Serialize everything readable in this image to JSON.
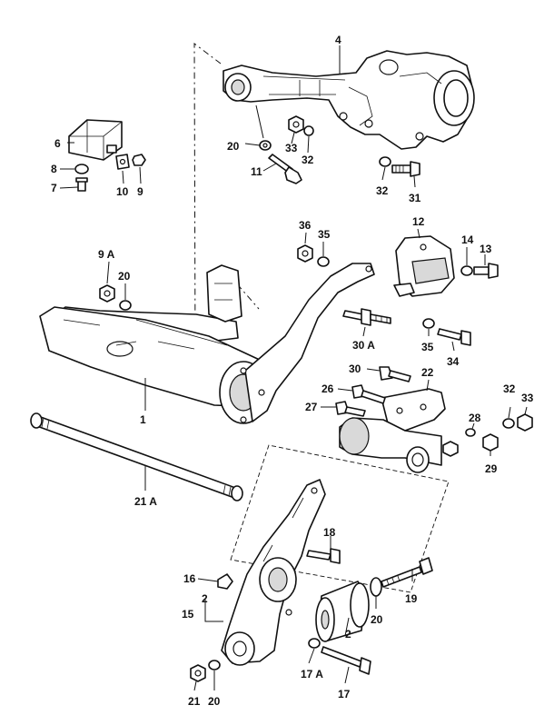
{
  "diagram": {
    "callouts": {
      "c1": "1",
      "c2a": "2",
      "c2b": "2",
      "c4": "4",
      "c6": "6",
      "c7": "7",
      "c8": "8",
      "c9": "9",
      "c9a": "9 A",
      "c10": "10",
      "c11": "11",
      "c12": "12",
      "c13": "13",
      "c14": "14",
      "c15": "15",
      "c16": "16",
      "c17": "17",
      "c17a": "17 A",
      "c18": "18",
      "c19": "19",
      "c20a": "20",
      "c20b": "20",
      "c20c": "20",
      "c20d": "20",
      "c21": "21",
      "c21a": "21 A",
      "c22": "22",
      "c26": "26",
      "c27": "27",
      "c28": "28",
      "c29": "29",
      "c30": "30",
      "c30a": "30 A",
      "c31": "31",
      "c32a": "32",
      "c32b": "32",
      "c32c": "32",
      "c33a": "33",
      "c33b": "33",
      "c34": "34",
      "c35a": "35",
      "c35b": "35",
      "c36": "36"
    }
  }
}
